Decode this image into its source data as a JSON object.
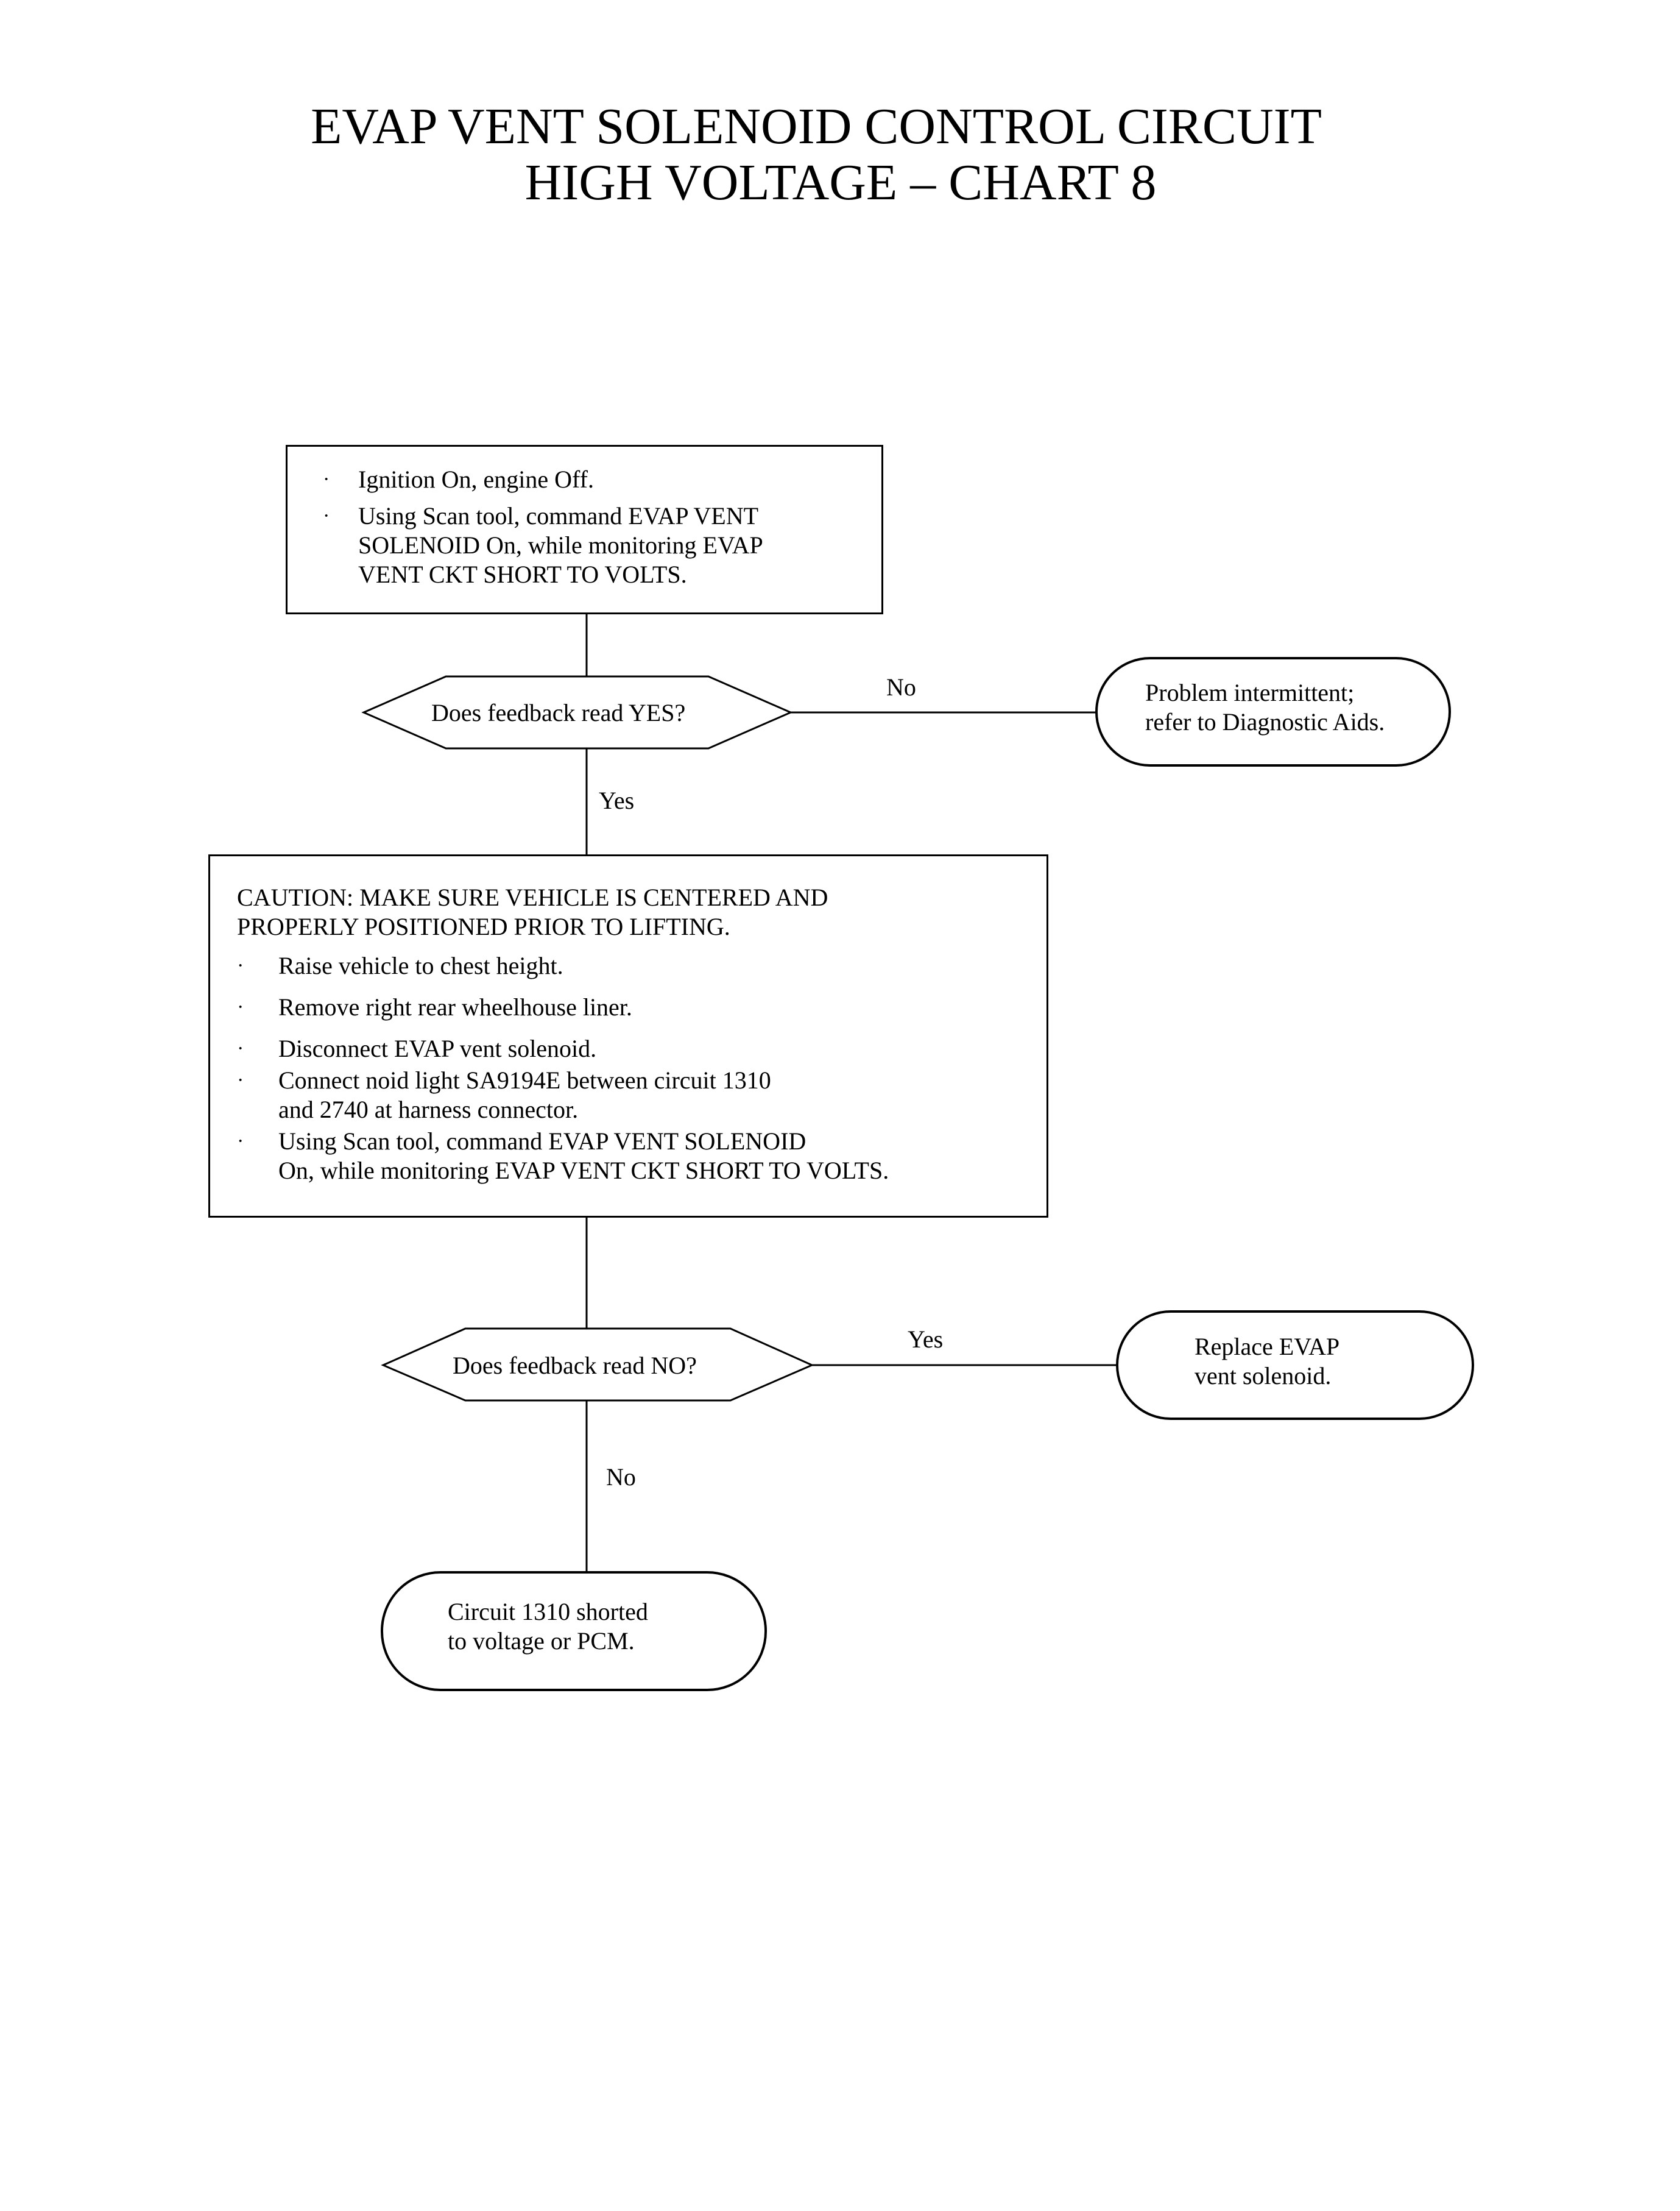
{
  "title": {
    "line1": "EVAP VENT SOLENOID CONTROL CIRCUIT",
    "line2": "HIGH VOLTAGE – CHART 8"
  },
  "step1": {
    "bullets": [
      "Ignition On, engine Off.",
      "Using Scan tool, command EVAP VENT SOLENOID On, while monitoring EVAP VENT CKT SHORT TO VOLTS."
    ],
    "bullet_lines": [
      [
        "Ignition On, engine Off."
      ],
      [
        "Using Scan tool, command EVAP VENT",
        "SOLENOID On, while monitoring EVAP",
        "VENT CKT SHORT TO VOLTS."
      ]
    ]
  },
  "decision1": {
    "question": "Does feedback read YES?",
    "no_label": "No",
    "yes_label": "Yes"
  },
  "terminal_intermittent": {
    "lines": [
      "Problem intermittent;",
      "refer to Diagnostic Aids."
    ]
  },
  "step2": {
    "caution_lines": [
      "CAUTION:  MAKE SURE VEHICLE IS CENTERED AND",
      "PROPERLY POSITIONED PRIOR TO LIFTING."
    ],
    "bullet_lines": [
      [
        "Raise vehicle to chest height."
      ],
      [
        "Remove right rear wheelhouse liner."
      ],
      [
        "Disconnect EVAP vent solenoid."
      ],
      [
        "Connect noid light SA9194E between circuit 1310",
        "and 2740 at harness connector."
      ],
      [
        "Using Scan tool, command EVAP VENT SOLENOID",
        "On, while monitoring EVAP VENT CKT SHORT TO VOLTS."
      ]
    ]
  },
  "decision2": {
    "question": "Does feedback read NO?",
    "yes_label": "Yes",
    "no_label": "No"
  },
  "terminal_replace": {
    "lines": [
      "Replace EVAP",
      "vent solenoid."
    ]
  },
  "terminal_circuit": {
    "lines": [
      "Circuit 1310 shorted",
      "to voltage or PCM."
    ]
  },
  "bullet_glyph": "·"
}
